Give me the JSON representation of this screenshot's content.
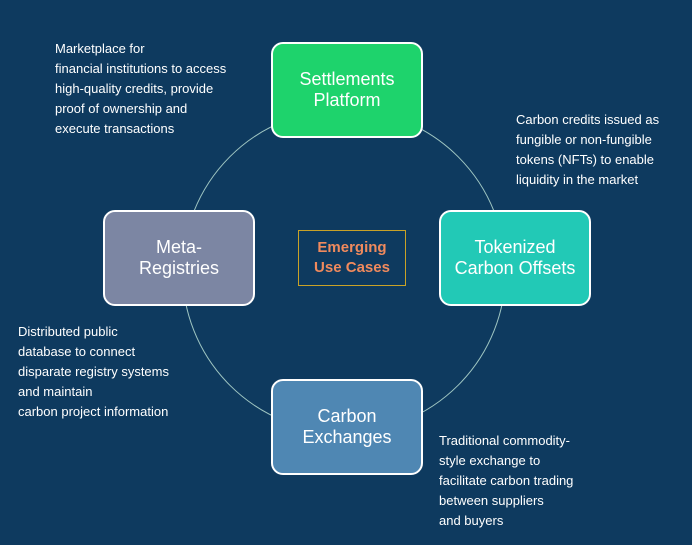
{
  "center": {
    "label": "Emerging\nUse Cases"
  },
  "nodes": {
    "settlements": "Settlements\nPlatform",
    "tokenized": "Tokenized\nCarbon Offsets",
    "carbon_exchanges": "Carbon\nExchanges",
    "meta_registries": "Meta-\nRegistries"
  },
  "descriptions": {
    "settlements": "Marketplace for\nfinancial institutions to access\nhigh-quality credits, provide\nproof of ownership and\nexecute transactions",
    "tokenized": "Carbon credits issued as\nfungible or non-fungible\ntokens (NFTs) to enable\nliquidity in the market",
    "meta_registries": "Distributed public\ndatabase to connect\ndisparate registry systems\nand maintain\ncarbon project information",
    "carbon_exchanges": "Traditional commodity-\nstyle exchange to\nfacilitate carbon trading\nbetween suppliers\nand buyers"
  },
  "colors": {
    "background": "#0e3a5f",
    "settlements": "#1ed36c",
    "tokenized": "#22c9b6",
    "carbon_exchanges": "#4f87b3",
    "meta_registries": "#7c86a3",
    "center_text": "#f08a5d",
    "center_border": "#c9a227"
  }
}
